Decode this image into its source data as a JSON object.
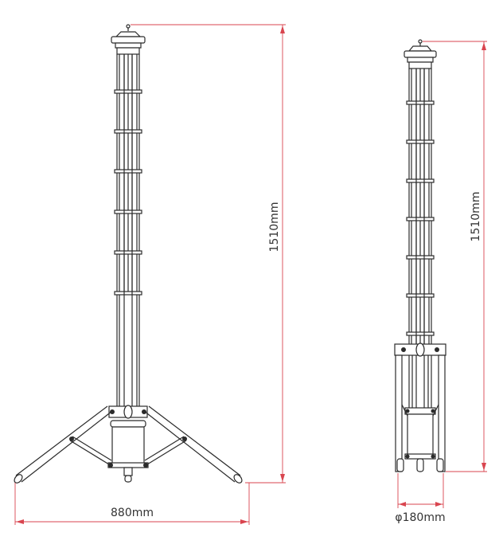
{
  "dimensions": {
    "tripod_height": "1510mm",
    "tripod_width": "880mm",
    "folded_height": "1510mm",
    "folded_diameter": "φ180mm"
  },
  "colors": {
    "line": "#2b2b2b",
    "dimension": "#d9454f",
    "text": "#333333"
  }
}
